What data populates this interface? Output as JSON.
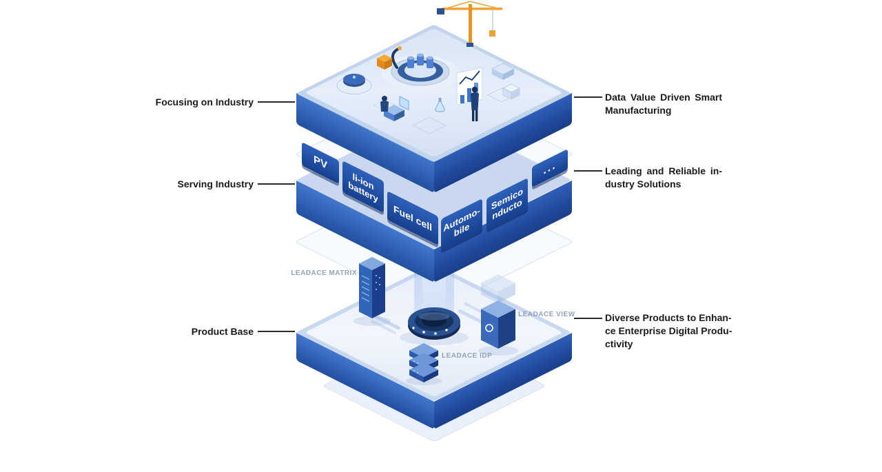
{
  "layers": [
    {
      "left_label": "Focusing on Industry",
      "right_lines": [
        "Data Value Driven Smart",
        "Manufacturing"
      ]
    },
    {
      "left_label": "Serving Industry",
      "right_lines": [
        "Leading and Reliable in-",
        "dustry Solutions"
      ]
    },
    {
      "left_label": "Product Base",
      "right_lines": [
        "Diverse Products to Enhan-",
        "ce Enterprise Digital Produ-",
        "ctivity"
      ]
    }
  ],
  "industry_tiles": [
    {
      "label": [
        "PV"
      ]
    },
    {
      "label": [
        "li-ion",
        "battery"
      ]
    },
    {
      "label": [
        "Fuel cell"
      ]
    },
    {
      "label": [
        "Automo-",
        "bile"
      ]
    },
    {
      "label": [
        "Semico",
        "nducto"
      ]
    },
    {
      "label": [
        "..."
      ]
    }
  ],
  "products": [
    {
      "name": "LEADACE MATRIX"
    },
    {
      "name": "LEADACE VIEW"
    },
    {
      "name": "LEADACE IDP"
    }
  ],
  "colors": {
    "accent_blue": "#2e61bb",
    "dark_navy": "#16325f",
    "light_face": "#d6e2f4",
    "orange": "#f0a232",
    "label_gray": "#94a3b6"
  }
}
